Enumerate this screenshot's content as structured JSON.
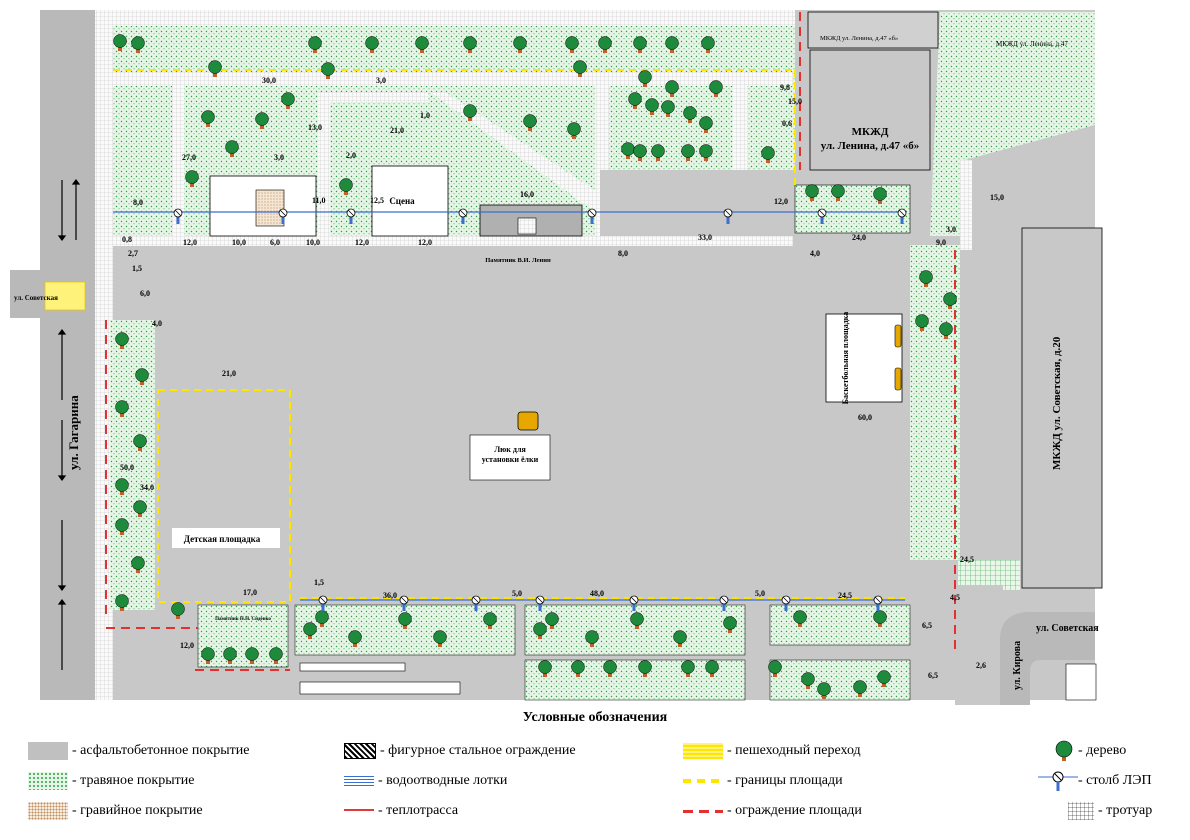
{
  "map": {
    "streets": {
      "gagarina": "ул. Гагарина",
      "sovetskaya_left": "ул. Советская",
      "sovetskaya_right": "ул. Советская",
      "kirova": "ул. Кирова"
    },
    "buildings": {
      "mkzhd_top_small": "МКЖД ул. Ленина, д.47 «б»",
      "mkzhd_top_right": "МКЖД ул. Ленина, д.47",
      "mkzhd_lenina": "МКЖД\nул. Ленина, д.47 «б»",
      "mkzhd_sovetskaya": "МКЖД\nул. Советская, д.20"
    },
    "places": {
      "stage": "Сцена",
      "monument_lenin": "Памятник В.И. Ленин",
      "basketball": "Баскетбольная площадка",
      "tree_hatch": "Люк для установки ёлки",
      "playground": "Детская площадка",
      "monument_small": "Памятник Н.Н. Сиденко"
    },
    "dimensions": [
      "30,0",
      "3,0",
      "27,0",
      "13,0",
      "21,0",
      "1,0",
      "3,0",
      "2,0",
      "11,0",
      "12,5",
      "16,0",
      "8,0",
      "12,0",
      "10,0",
      "6,0",
      "10,0",
      "12,0",
      "12,0",
      "33,0",
      "8,0",
      "4,0",
      "24,0",
      "9,8",
      "15,0",
      "0,6",
      "12,0",
      "3,0",
      "15,0",
      "9,0",
      "0,8",
      "2,7",
      "1,5",
      "6,0",
      "4,0",
      "21,0",
      "50,0",
      "34,0",
      "60,0",
      "17,0",
      "1,5",
      "36,0",
      "5,0",
      "48,0",
      "5,0",
      "24,5",
      "24,5",
      "12,0",
      "6,5",
      "4,5",
      "6,5",
      "2,6"
    ]
  },
  "legend": {
    "title": "Условные обозначения",
    "items": {
      "asphalt": "- асфальтобетонное покрытие",
      "grass": "- травяное покрытие",
      "gravel": "- гравийное покрытие",
      "fence_steel": "- фигурное стальное ограждение",
      "drain": "- водоотводные лотки",
      "heat": "- теплотрасса",
      "crossing": "- пешеходный переход",
      "boundary": "- границы площади",
      "fence": "- ограждение площади",
      "tree": "- дерево",
      "pole": "- столб ЛЭП",
      "sidewalk": "- тротуар"
    }
  },
  "colors": {
    "asphalt": "#c0c0c0",
    "grass": "#e6f5e6",
    "grass_dot": "#2e9e4a",
    "tree_crown": "#1e8a3c",
    "tree_trunk": "#c0602a",
    "boundary": "#ffe600",
    "fence": "#e53030",
    "drain": "#3a6ecf",
    "building": "#c8c8c8",
    "hatch": "#e6a800"
  }
}
